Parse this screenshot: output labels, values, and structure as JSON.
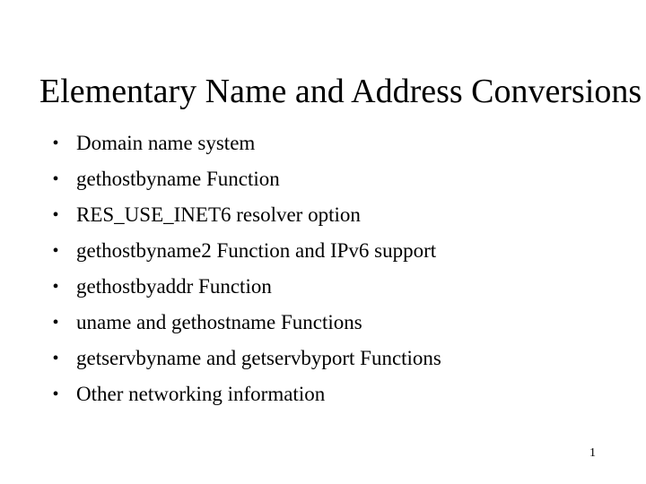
{
  "slide": {
    "title": "Elementary Name and Address Conversions",
    "bullet_char": "•",
    "bullets": [
      {
        "label": "Domain name system"
      },
      {
        "label": "gethostbyname Function"
      },
      {
        "label": "RES_USE_INET6 resolver option"
      },
      {
        "label": "gethostbyname2 Function and IPv6 support"
      },
      {
        "label": "gethostbyaddr Function"
      },
      {
        "label": "uname and gethostname Functions"
      },
      {
        "label": "getservbyname and getservbyport Functions"
      },
      {
        "label": "Other networking information"
      }
    ],
    "page_number": "1",
    "colors": {
      "background": "#ffffff",
      "text": "#000000"
    }
  }
}
